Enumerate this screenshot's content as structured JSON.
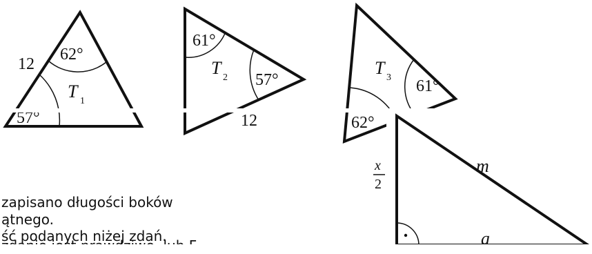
{
  "triangle_1": {
    "name": "T",
    "subscript": "1",
    "side_label": "12",
    "top_angle": "62°",
    "bottom_left_angle": "57°"
  },
  "triangle_2": {
    "name": "T",
    "subscript": "2",
    "top_left_angle": "61°",
    "right_angle": "57°",
    "bottom_side_label": "12"
  },
  "triangle_3": {
    "name": "T",
    "subscript": "3",
    "right_angle": "61°",
    "bottom_left_angle": "62°"
  },
  "right_triangle": {
    "leg_vertical_numerator": "x",
    "leg_vertical_denominator": "2",
    "hypotenuse_label": "m",
    "leg_horizontal_label": "a"
  },
  "text_lines": [
    "zapisano długości boków",
    "ątnego.",
    "ść podanych niżej zdań.",
    "zdanie jest prawdziwe, lub F"
  ]
}
